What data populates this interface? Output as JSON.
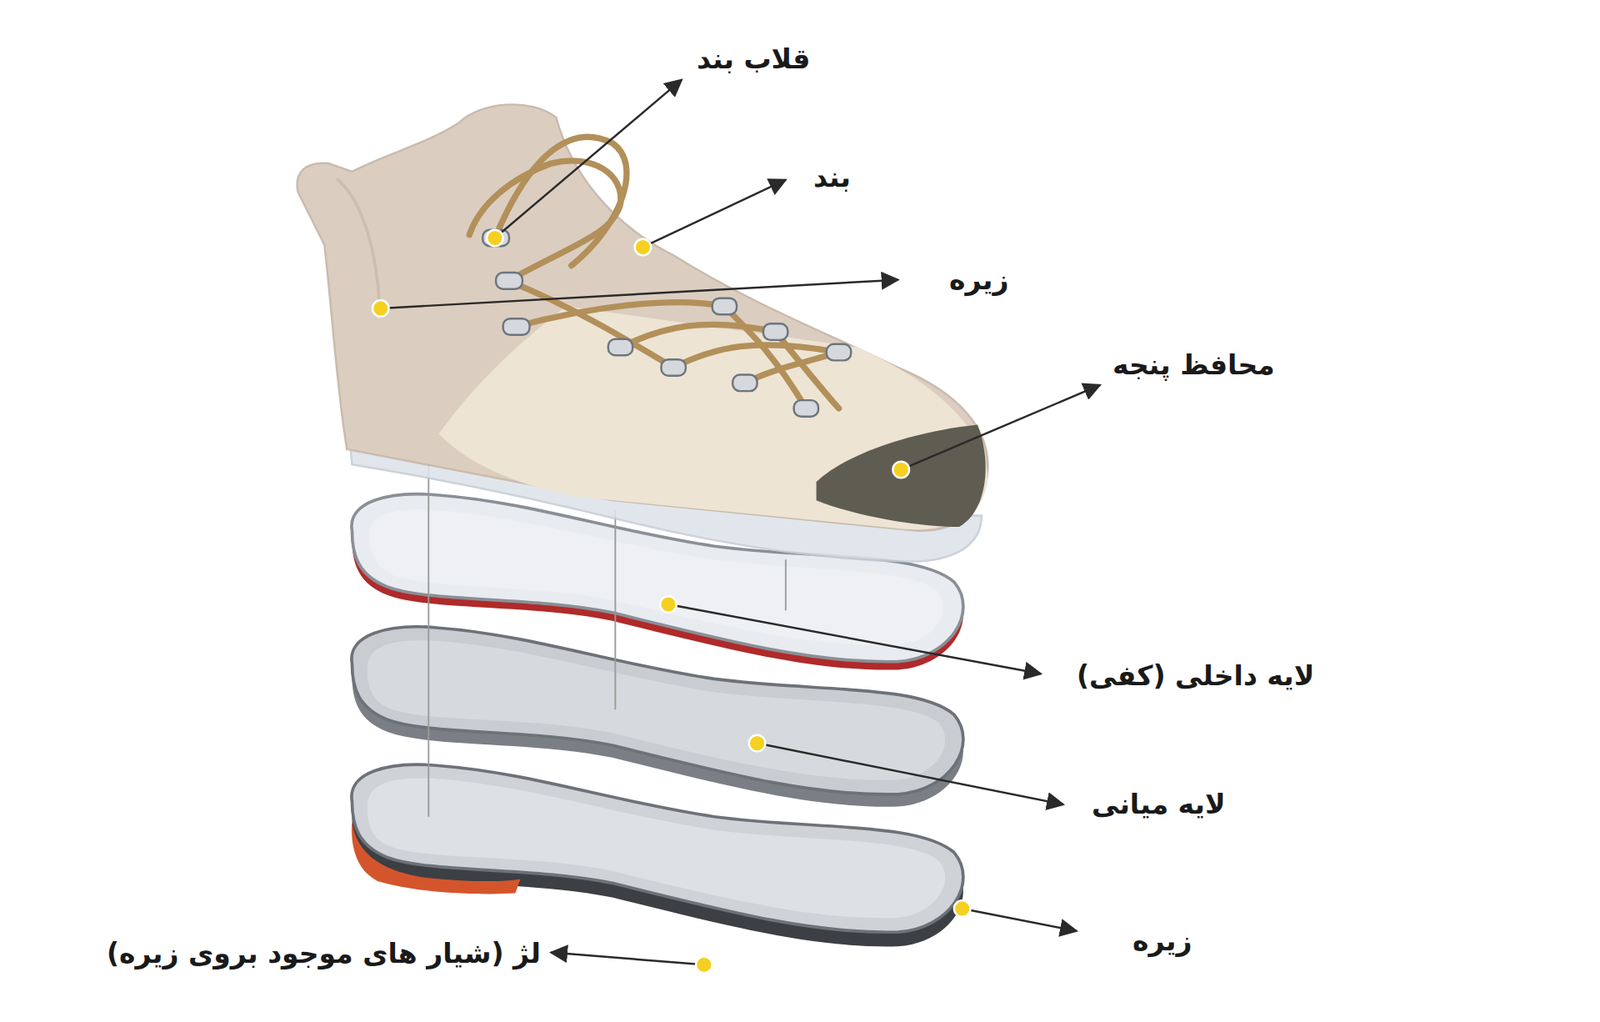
{
  "diagram": {
    "labels": [
      "قلاب بند",
      "بند",
      "زیره",
      "محافظ پنجه",
      "لایه داخلی (کفی)",
      "لایه میانی",
      "زیره",
      "لژ (شیار های موجود بروی زیره)"
    ]
  }
}
